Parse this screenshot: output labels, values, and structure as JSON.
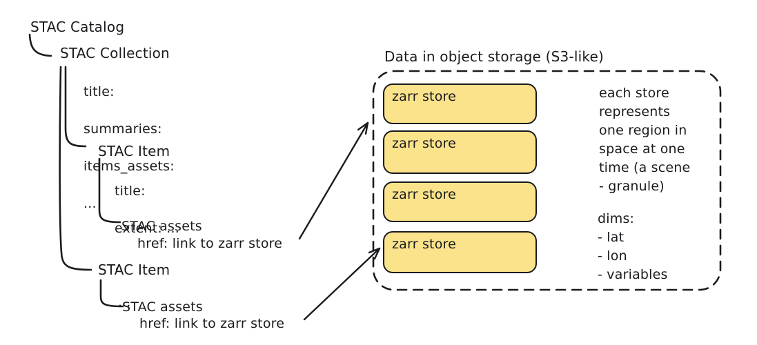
{
  "colors": {
    "ink": "#1b1b1f",
    "store_fill": "#fbe38b",
    "background": "#ffffff"
  },
  "tree": {
    "catalog_label": "STAC Catalog",
    "collection": {
      "label": "STAC Collection",
      "fields": [
        "title:",
        "summaries:",
        "items_assets:",
        "..."
      ]
    },
    "item1": {
      "label": "STAC Item",
      "fields": [
        "title:",
        "extent: ...",
        "..."
      ],
      "assets_label": "STAC assets",
      "href_label": "href: link to zarr store"
    },
    "item2": {
      "label": "STAC Item",
      "fields": [
        "..."
      ],
      "assets_label": "STAC assets",
      "href_label": "href: link to zarr store"
    }
  },
  "storage": {
    "title": "Data in object storage (S3-like)",
    "stores": [
      "zarr store",
      "zarr store",
      "zarr store",
      "zarr store"
    ],
    "note": "each store\nrepresents\none region in\nspace at one\ntime (a scene\n- granule)",
    "dims": "dims:\n- lat\n- lon\n- variables"
  }
}
